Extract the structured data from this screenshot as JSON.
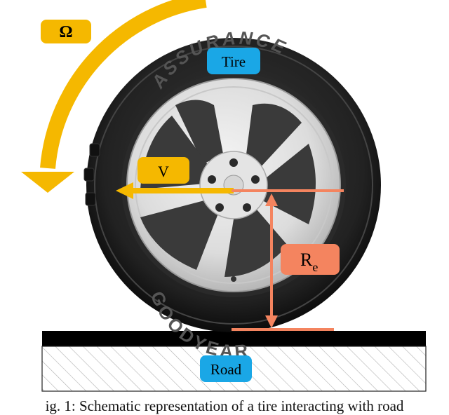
{
  "labels": {
    "tire": "Tire",
    "velocity": "V",
    "angular_velocity": "Ω",
    "radius_main": "R",
    "radius_sub": "e",
    "road": "Road",
    "tire_brand": "GOODYEAR",
    "tire_model": "ASSURANCE"
  },
  "caption": "ig. 1: Schematic representation of a tire interacting with road",
  "colors": {
    "label_blue": "#1aa7e6",
    "label_yellow": "#f5b800",
    "label_orange": "#f4845f",
    "arrow_yellow": "#f5b800",
    "arrow_orange": "#f4845f",
    "tire_dark": "#1c1c1c",
    "rim_silver": "#e2e2e2",
    "road_surface": "#000000",
    "road_hatch": "#b0b0b0"
  },
  "icons": [
    "tire-icon",
    "wheel-rim-icon",
    "rotation-arrow-icon",
    "velocity-arrow-icon",
    "radius-arrow-icon",
    "road-hatch-icon"
  ]
}
